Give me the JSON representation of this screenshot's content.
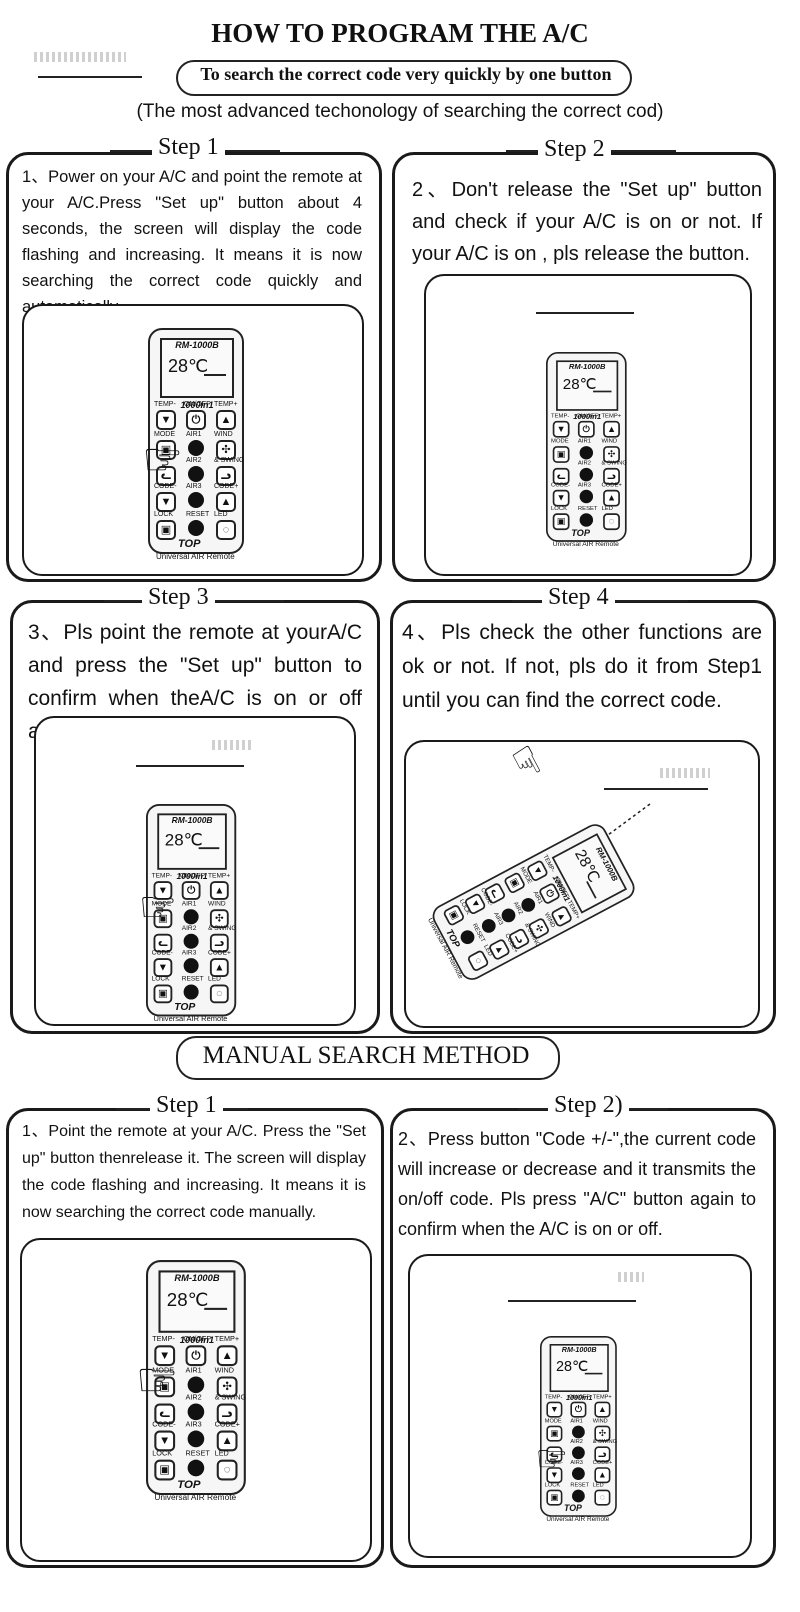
{
  "header": {
    "title": "HOW TO PROGRAM THE A/C",
    "subtitle": "To search the correct code very quickly by one button",
    "tagline": "(The most advanced techonology of searching the correct cod)"
  },
  "auto_steps": [
    {
      "label": "Step 1",
      "text": "1、Power on your A/C and point the remote at your A/C.Press \"Set up\" button about 4 seconds, the screen will display the code flashing and increasing.  It means it is now searching the correct code quickly and automatically."
    },
    {
      "label": "Step 2",
      "text": "2、Don't release the \"Set up\" button and check if your A/C is on or not. If your A/C is on , pls release the button."
    },
    {
      "label": "Step 3",
      "text": "3、Pls point the remote at yourA/C and press the \"Set up\" button to confirm when theA/C is on or off again."
    },
    {
      "label": "Step 4",
      "text": "4、Pls check the other functions are ok or not.  If not, pls do it from Step1 until you can find the correct code."
    }
  ],
  "manual": {
    "title": "MANUAL SEARCH METHOD",
    "steps": [
      {
        "label": "Step 1",
        "text": "1、Point the remote at your A/C.  Press the \"Set up\" button thenrelease it. The screen will display the code flashing and increasing.  It means it is now searching the correct code manually."
      },
      {
        "label": "Step 2)",
        "text": "2、Press button \"Code +/-\",the current code will increase or decrease and it transmits the on/off code. Pls press \"A/C\" button again to confirm when the A/C is on or off."
      }
    ]
  },
  "remote": {
    "model": "RM-1000B",
    "temp": "28℃",
    "lcd_sub": "1000in1",
    "brand": "TOP",
    "name": "Universal AIR Remote",
    "labels": {
      "temp_minus": "TEMP-",
      "onoff": "ON/OFF",
      "temp_plus": "TEMP+",
      "mode": "MODE",
      "air1": "AIR1",
      "wind": "WIND",
      "air2": "AIR2",
      "swing": "& SWING",
      "code_minus": "CODE-",
      "air3": "AIR3",
      "code_plus": "CODE+",
      "lock": "LOCK",
      "reset": "RESET",
      "led": "LED"
    },
    "icons": [
      "power-icon",
      "fan-icon",
      "lock-icon",
      "bulb-icon",
      "pointing-hand-icon"
    ]
  }
}
